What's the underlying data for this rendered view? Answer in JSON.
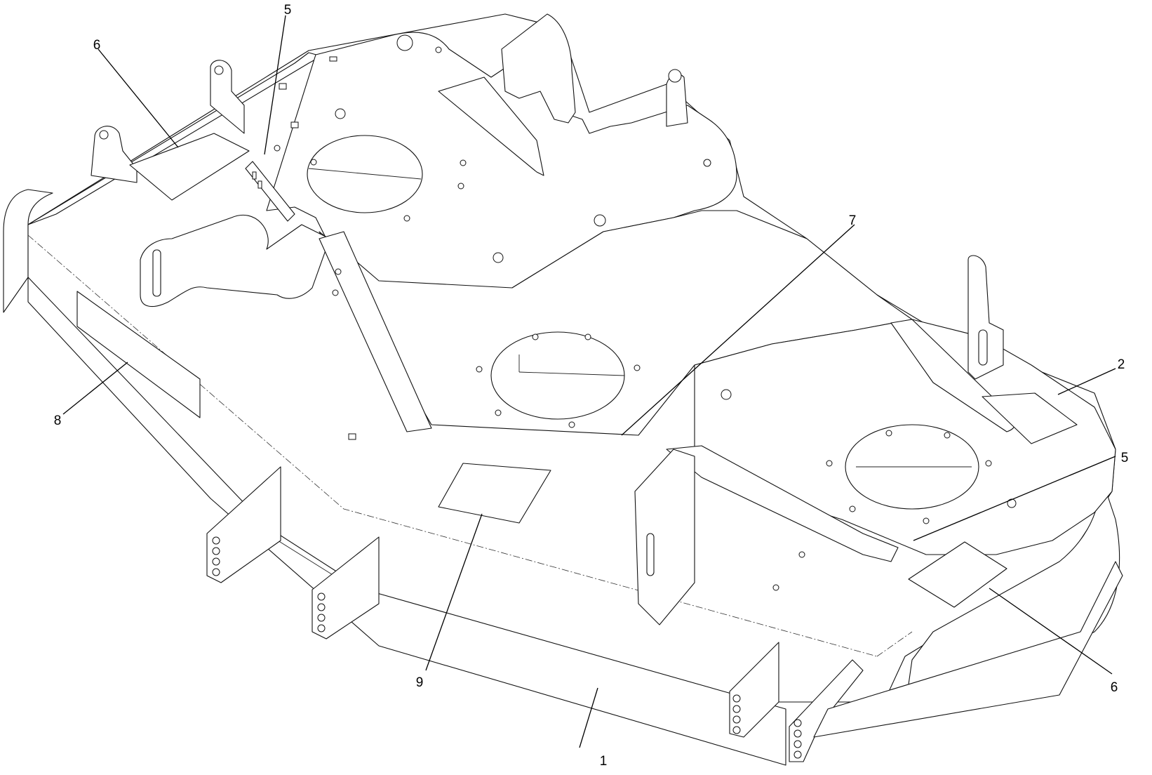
{
  "diagram": {
    "callouts": [
      {
        "id": "c1",
        "label": "1"
      },
      {
        "id": "c2",
        "label": "2"
      },
      {
        "id": "c5a",
        "label": "5"
      },
      {
        "id": "c5b",
        "label": "5"
      },
      {
        "id": "c6a",
        "label": "6"
      },
      {
        "id": "c6b",
        "label": "6"
      },
      {
        "id": "c7",
        "label": "7"
      },
      {
        "id": "c8",
        "label": "8"
      },
      {
        "id": "c9",
        "label": "9"
      }
    ]
  }
}
